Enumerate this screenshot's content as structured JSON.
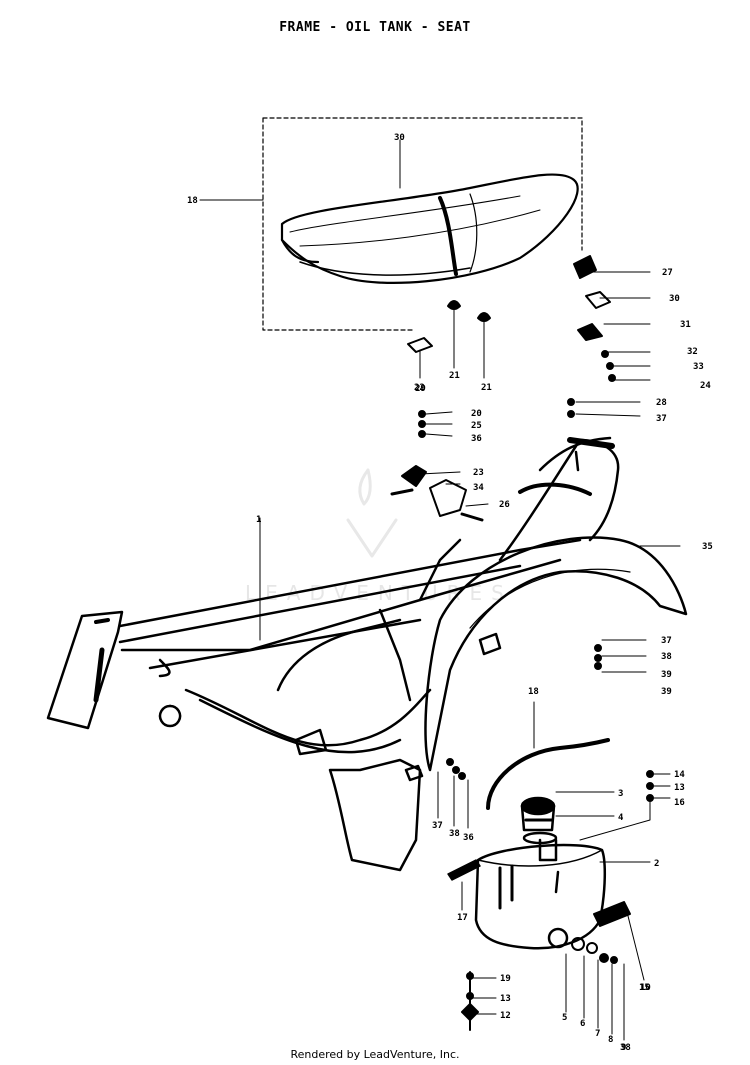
{
  "title": "FRAME - OIL TANK - SEAT",
  "footer": "Rendered by LeadVenture, Inc.",
  "watermark": "LEADVENTURES",
  "callouts": [
    "1",
    "2",
    "3",
    "4",
    "5",
    "6",
    "7",
    "8",
    "9",
    "10",
    "12",
    "13",
    "13",
    "14",
    "15",
    "16",
    "17",
    "18",
    "18",
    "19",
    "20",
    "21",
    "21",
    "22",
    "23",
    "24",
    "25",
    "26",
    "27",
    "28",
    "29",
    "30",
    "30",
    "31",
    "32",
    "33",
    "34",
    "35",
    "36",
    "36",
    "37",
    "37",
    "37",
    "38",
    "38",
    "38",
    "39",
    "39"
  ]
}
